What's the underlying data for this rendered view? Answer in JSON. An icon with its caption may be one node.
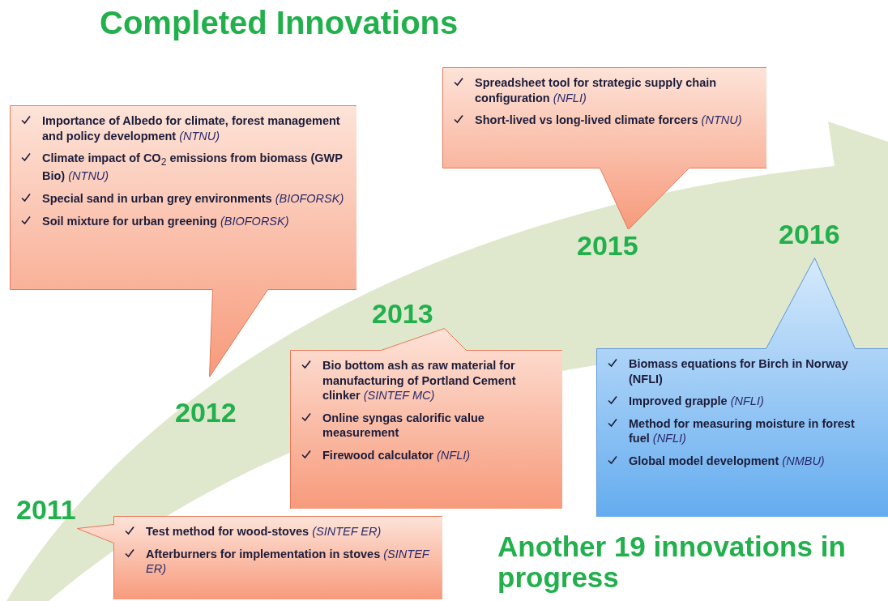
{
  "diagram": {
    "title": "Completed Innovations",
    "nodes": [
      {
        "text": [
          "**Test method for wood-stoves** *(SINTEF ER)*",
          "**Afterburners for implementation in stoves** *(SINTEF ER)*"
        ],
        "beside": [
          "2011"
        ]
      },
      {
        "text": [
          "**Importance of Albedo for climate, forest management and policy development** *(NTNU)*",
          "**Climate impact of CO**$_{2}$ **emissions from biomass (GWP Bio)** *(NTNU)*",
          "**Special sand in urban grey environments** *(BIOFORSK)*",
          "**Soil mixture for urban greening** *(BIOFORSK)*"
        ],
        "beside": [
          "2012"
        ]
      },
      {
        "text": [
          "**Bio bottom ash as raw material for manufacturing of Portland Cement clinker** *(SINTEF MC)*",
          "**Online syngas calorific value measurement**",
          "**Firewood calculator** *(NFLI)*"
        ],
        "beside": [
          "2013"
        ]
      },
      {
        "text": [
          "**Spreadsheet tool for strategic supply chain configuration** *(NFLI)*",
          "**Short-lived vs long-lived climate forcers** *(NTNU)*"
        ],
        "beside": [
          "2015"
        ]
      },
      {
        "text": [
          "**Biomass equations for Birch  in Norway (NFLI)**",
          "**Improved grapple** *(NFLI)*",
          "**Method for measuring moisture in forest fuel** *(NFLI)*",
          "**Global model development** *(NMBU)*"
        ],
        "beside": [
          "2016"
        ]
      }
    ],
    "labels": [
      "Another 19 innovations in progress"
    ]
  }
}
